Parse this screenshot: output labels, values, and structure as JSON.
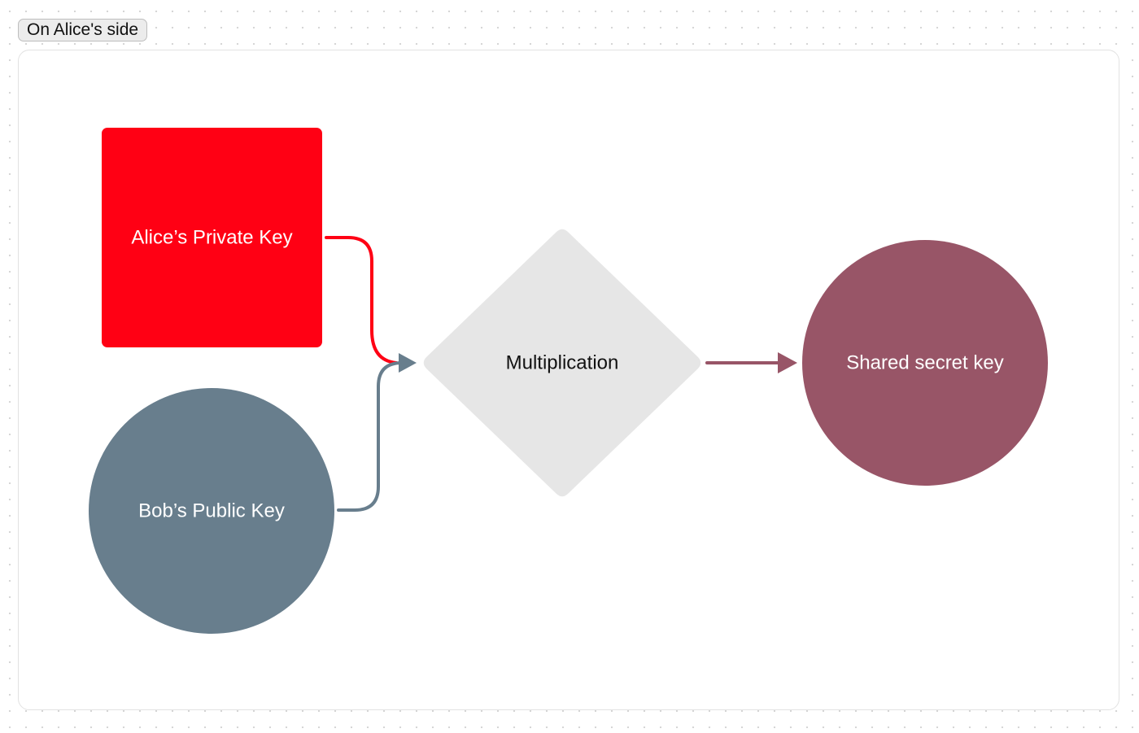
{
  "frame": {
    "label": "On Alice's side"
  },
  "nodes": {
    "alice_private_key": {
      "label": "Alice’s Private Key",
      "shape": "rounded-square",
      "color": "#ff0014",
      "text_color": "#ffffff"
    },
    "bob_public_key": {
      "label": "Bob’s Public Key",
      "shape": "circle",
      "color": "#687e8d",
      "text_color": "#ffffff"
    },
    "multiplication": {
      "label": "Multiplication",
      "shape": "diamond",
      "color": "#e6e6e6",
      "text_color": "#111111"
    },
    "shared_secret_key": {
      "label": "Shared secret key",
      "shape": "circle",
      "color": "#985567",
      "text_color": "#ffffff"
    }
  },
  "edges": [
    {
      "from": "alice_private_key",
      "to": "multiplication",
      "color": "#ff0014"
    },
    {
      "from": "bob_public_key",
      "to": "multiplication",
      "color": "#687e8d"
    },
    {
      "from": "multiplication",
      "to": "shared_secret_key",
      "color": "#985567"
    }
  ]
}
